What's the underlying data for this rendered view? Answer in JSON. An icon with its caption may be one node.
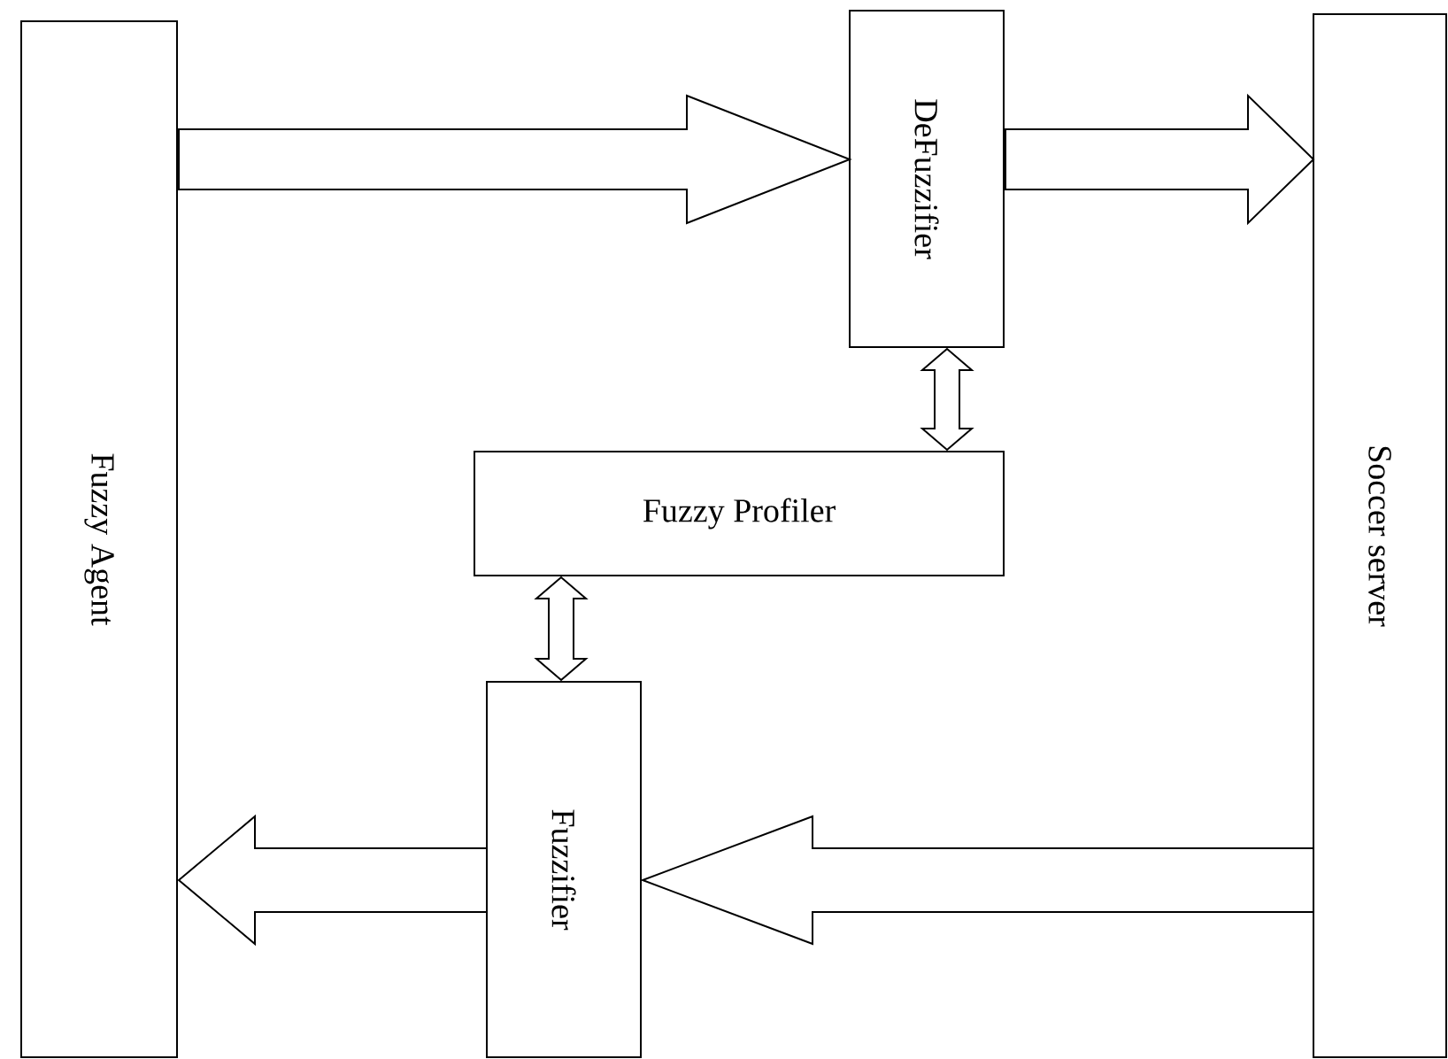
{
  "diagram": {
    "nodes": [
      {
        "text": [
          "Fuzzy Agent"
        ]
      },
      {
        "text": [
          "DeFuzzifier"
        ]
      },
      {
        "text": [
          "Soccer server"
        ]
      },
      {
        "text": [
          "Fuzzy Profiler"
        ]
      },
      {
        "text": [
          "Fuzzifier"
        ]
      }
    ],
    "edges": [
      {
        "from": 0,
        "to": 1,
        "arrow": "to"
      },
      {
        "from": 1,
        "to": 2,
        "arrow": "to"
      },
      {
        "from": 1,
        "to": 3,
        "arrow": "both"
      },
      {
        "from": 3,
        "to": 4,
        "arrow": "both"
      },
      {
        "from": 2,
        "to": 4,
        "arrow": "to"
      },
      {
        "from": 4,
        "to": 0,
        "arrow": "to"
      }
    ]
  }
}
